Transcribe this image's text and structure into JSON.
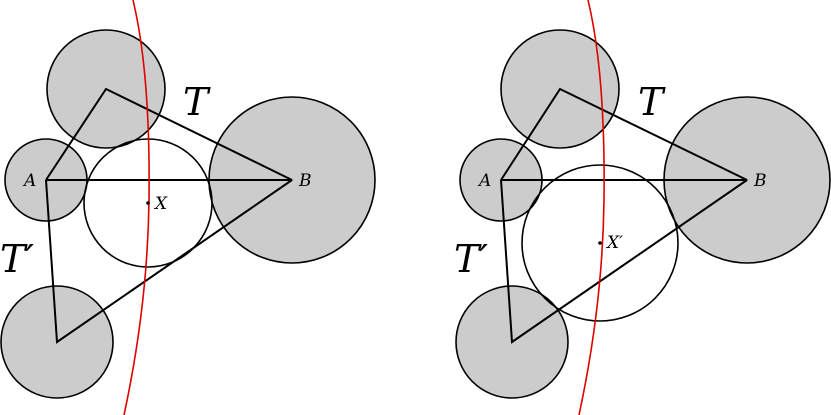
{
  "panels": [
    {
      "id": "left",
      "labels": {
        "T": "T",
        "T_prime": "T′",
        "A": "A",
        "B": "B",
        "X": "X"
      }
    },
    {
      "id": "right",
      "labels": {
        "T": "T",
        "T_prime": "T′",
        "A": "A",
        "B": "B",
        "X": "X′"
      }
    }
  ],
  "colors": {
    "disk_fill": "#cccccc",
    "stroke": "#000000",
    "bisector": "#e00000"
  }
}
